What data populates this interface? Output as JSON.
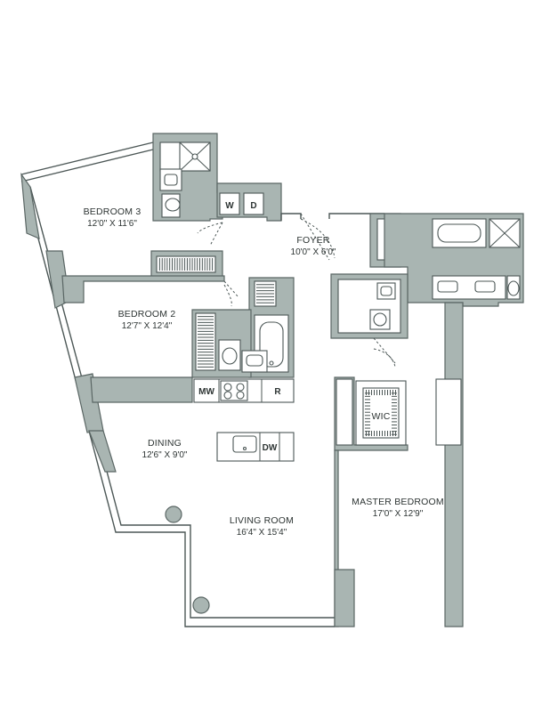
{
  "rooms": {
    "bedroom3": {
      "name": "BEDROOM 3",
      "dims": "12'0\" X 11'6\""
    },
    "foyer": {
      "name": "FOYER",
      "dims": "10'0\" X 6'0\""
    },
    "bedroom2": {
      "name": "BEDROOM 2",
      "dims": "12'7\" X 12'4\""
    },
    "dining": {
      "name": "DINING",
      "dims": "12'6\" X 9'0\""
    },
    "living": {
      "name": "LIVING ROOM",
      "dims": "16'4\" X 15'4\""
    },
    "master": {
      "name": "MASTER BEDROOM",
      "dims": "17'0\" X 12'9\""
    },
    "wic": {
      "name": "WIC"
    }
  },
  "appliances": {
    "washer": "W",
    "dryer": "D",
    "microwave": "MW",
    "refrigerator": "R",
    "dishwasher": "DW"
  },
  "colors": {
    "wall": "#a9b5b2",
    "line": "#4c5756",
    "background": "#ffffff"
  }
}
